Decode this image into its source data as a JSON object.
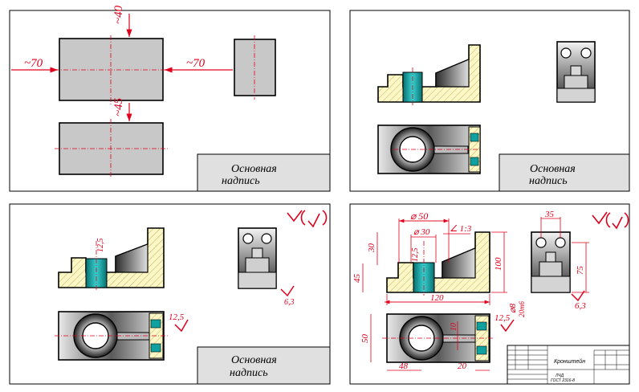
{
  "panels": [
    {
      "id": "step-1",
      "title_block": {
        "line1": "Основная",
        "line2": "надпись"
      },
      "dims": {
        "top_gap": "~40",
        "left_gap": "~70",
        "right_gap": "~70",
        "mid_gap": "~45"
      }
    },
    {
      "id": "step-2",
      "title_block": {
        "line1": "Основная",
        "line2": "надпись"
      }
    },
    {
      "id": "step-3",
      "title_block": {
        "line1": "Основная",
        "line2": "надпись"
      },
      "dims": {
        "hole_dim": "12,5",
        "rough_side": "12,5",
        "rough_view": "6,3"
      }
    },
    {
      "id": "step-4",
      "dims": {
        "d50": "50",
        "d30": "30",
        "slope": "1:3",
        "r12": "12,5",
        "h30": "30",
        "h45": "45",
        "h100": "100",
        "w120": "120",
        "w35": "35",
        "h75": "75",
        "rough_view": "6,3",
        "d8": "8",
        "fit": "20т6",
        "rough_side": "12,5",
        "h50": "50",
        "h10": "10",
        "w48": "48",
        "w20": "20"
      },
      "title_block": {
        "name": "Кронштейн",
        "code1": "ЛЧД",
        "code2": "ГОСТ 2316-8"
      }
    }
  ],
  "colors": {
    "line": "#000000",
    "dim": "#e0001b",
    "axis": "#e0001b",
    "hatch_fill": "#fbf7c6",
    "hatch_line": "#c8b05a",
    "teal": "#10a8a8",
    "grey_light": "#c8c8c8",
    "grey_dark": "#3a3a3a"
  }
}
